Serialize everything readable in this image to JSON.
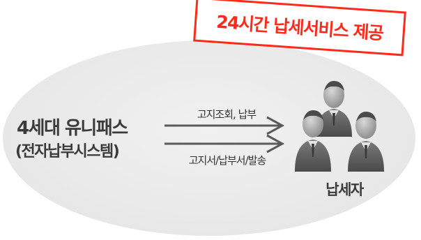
{
  "banner": {
    "text": "24시간 납세서비스 제공",
    "color": "#ff2a1a"
  },
  "system": {
    "title": "4세대 유니패스",
    "subtitle": "(전자납부시스템)"
  },
  "arrows": [
    {
      "label": "고지조회, 납부"
    },
    {
      "label": "고지서/납부서/발송"
    }
  ],
  "taxpayer": {
    "label": "납세자",
    "icon": "people-group-icon"
  }
}
